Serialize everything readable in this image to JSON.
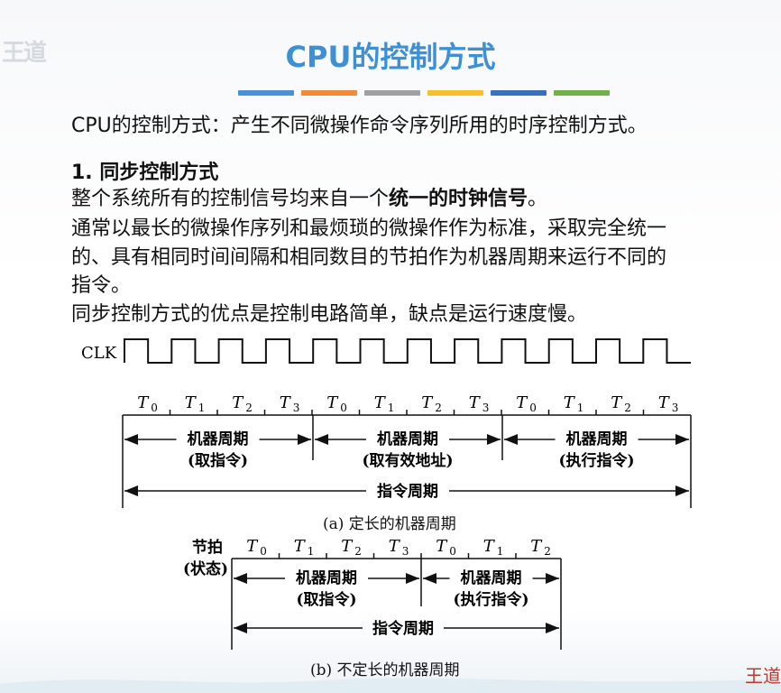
{
  "slide": {
    "logo_text": "王道",
    "title": "CPU的控制方式",
    "title_bar_colors": [
      "#4a90d9",
      "#f08a3a",
      "#a0a0a0",
      "#f5c02a",
      "#3a6fc0",
      "#6fb04a"
    ],
    "intro": "CPU的控制方式：产生不同微操作命令序列所用的时序控制方式。",
    "section1_heading": "1.  同步控制方式",
    "line1_prefix": "整个系统所有的控制信号均来自一个",
    "line1_bold": "统一的时钟信号",
    "line1_suffix": "。",
    "line2": "通常以最长的微操作序列和最烦琐的微操作作为标准，采取完全统一",
    "line3": "的、具有相同时间间隔和相同数目的节拍作为机器周期来运行不同的",
    "line4": "指令。",
    "line5": "同步控制方式的优点是控制电路简单，缺点是运行速度慢。",
    "corner_text": "王道"
  },
  "diagram_a": {
    "clk_label": "CLK",
    "beats": [
      "T0",
      "T1",
      "T2",
      "T3",
      "T0",
      "T1",
      "T2",
      "T3",
      "T0",
      "T1",
      "T2",
      "T3"
    ],
    "cycles": [
      {
        "label": "机器周期",
        "sub": "(取指令)"
      },
      {
        "label": "机器周期",
        "sub": "(取有效地址)"
      },
      {
        "label": "机器周期",
        "sub": "(执行指令)"
      }
    ],
    "instruction_cycle": "指令周期",
    "caption": "(a) 定长的机器周期"
  },
  "diagram_b": {
    "beat_label_line1": "节拍",
    "beat_label_line2": "(状态)",
    "beats": [
      "T0",
      "T1",
      "T2",
      "T3",
      "T0",
      "T1",
      "T2"
    ],
    "cycles": [
      {
        "label": "机器周期",
        "sub": "(取指令)"
      },
      {
        "label": "机器周期",
        "sub": "(执行指令)"
      }
    ],
    "instruction_cycle": "指令周期",
    "caption": "(b) 不定长的机器周期"
  }
}
